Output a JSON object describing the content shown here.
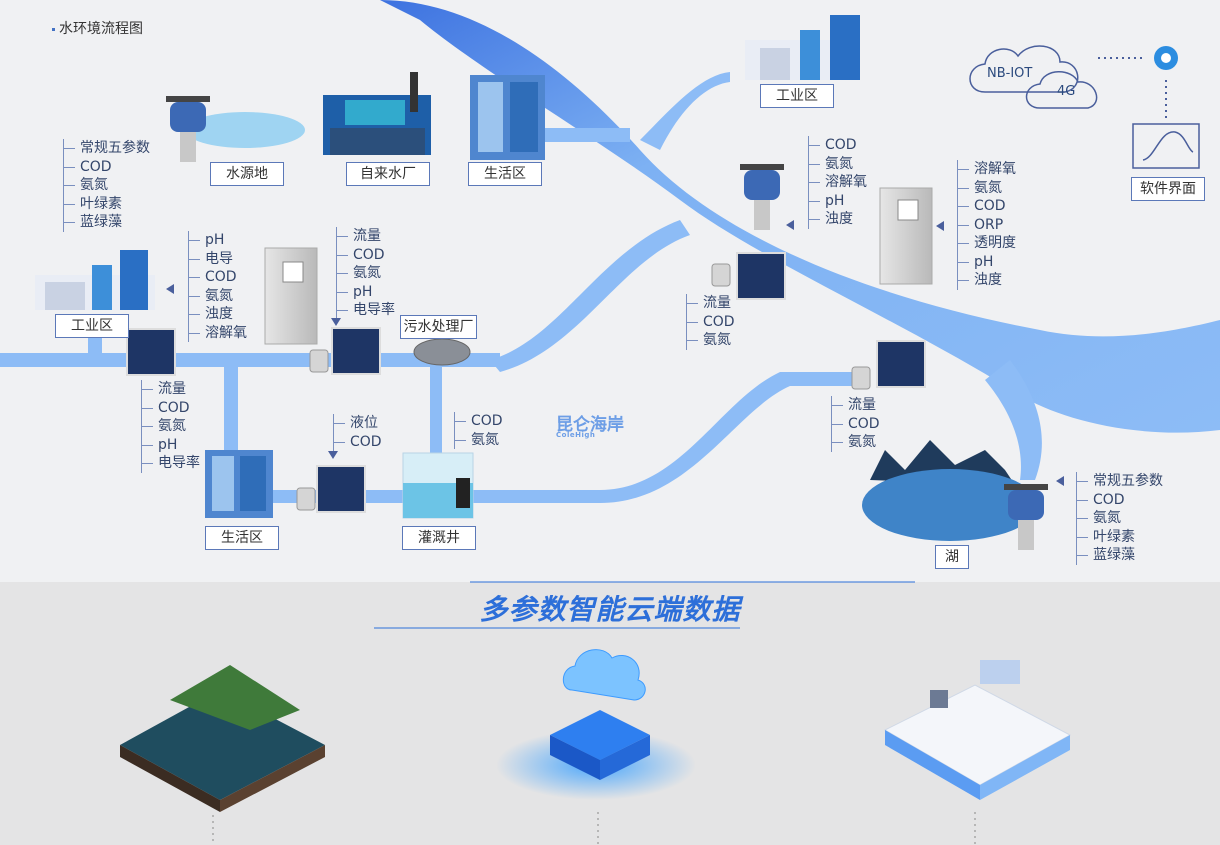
{
  "title": "水环境流程图",
  "brand": {
    "name": "昆仑海岸",
    "sub": "ColeHigh"
  },
  "headline": "多参数智能云端数据",
  "network": {
    "nbiot": "NB-IOT",
    "cellular": "4G"
  },
  "boxes": {
    "water_source": "水源地",
    "waterworks": "自来水厂",
    "living_top": "生活区",
    "industry_top": "工业区",
    "industry_left": "工业区",
    "sewage": "污水处理厂",
    "living_bottom": "生活区",
    "well": "灌溉井",
    "lake": "湖",
    "software": "软件界面"
  },
  "lists": {
    "source": [
      "常规五参数",
      "COD",
      "氨氮",
      "叶绿素",
      "蓝绿藻"
    ],
    "industry_left": [
      "pH",
      "电导",
      "COD",
      "氨氮",
      "浊度",
      "溶解氧"
    ],
    "sewage_cabinet": [
      "流量",
      "COD",
      "氨氮",
      "pH",
      "电导率"
    ],
    "pipe_left": [
      "流量",
      "COD",
      "氨氮",
      "pH",
      "电导率"
    ],
    "level": [
      "液位",
      "COD"
    ],
    "well": [
      "COD",
      "氨氮"
    ],
    "river_buoy": [
      "COD",
      "氨氮",
      "溶解氧",
      "pH",
      "浊度"
    ],
    "river_cabinet": [
      "溶解氧",
      "氨氮",
      "COD",
      "ORP",
      "透明度",
      "pH",
      "浊度"
    ],
    "river_mid": [
      "流量",
      "COD",
      "氨氮"
    ],
    "lake_inlet": [
      "流量",
      "COD",
      "氨氮"
    ],
    "lake": [
      "常规五参数",
      "COD",
      "氨氮",
      "叶绿素",
      "蓝绿藻"
    ]
  },
  "colors": {
    "river": "#7fb0f0",
    "pipe": "#8dbaf2",
    "accent": "#2d6fd9",
    "device": "#1e3565"
  }
}
